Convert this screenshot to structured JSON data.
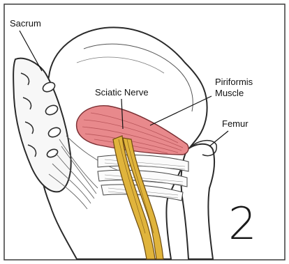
{
  "labels": {
    "sacrum": "Sacrum",
    "sciatic_nerve": "Sciatic Nerve",
    "piriformis_line1": "Piriformis",
    "piriformis_line2": "Muscle",
    "femur": "Femur"
  },
  "panel_number": "2",
  "colors": {
    "muscle": "#e8898c",
    "muscle_stroke": "#7a2f33",
    "nerve": "#e0b43c",
    "nerve_stroke": "#6b4a0e",
    "bone_stroke": "#2a2a2a",
    "frame": "#3a3a3a"
  }
}
